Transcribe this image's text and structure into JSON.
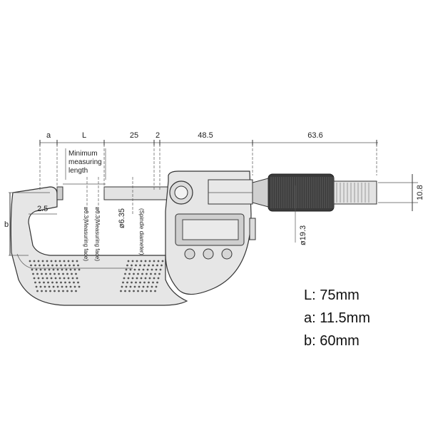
{
  "dimensions": {
    "a": "a",
    "L": "L",
    "d25": "25",
    "d2": "2",
    "d48_5": "48.5",
    "d63_6": "63.6",
    "d10_8": "10.8",
    "d2_5": "2.5",
    "b": "b",
    "d19_3": "ø19.3",
    "d6_35": "ø6.35"
  },
  "labels": {
    "min_line1": "Minimum",
    "min_line2": "measuring",
    "min_line3": "length",
    "measuring_face_1": "ø6.3(Measuring face)",
    "measuring_face_2": "ø6.3(Measuring face)",
    "spindle_diameter": "(Spindle diameter)"
  },
  "specs": [
    {
      "label": "L: 75mm"
    },
    {
      "label": "a: 11.5mm"
    },
    {
      "label": "b: 60mm"
    }
  ]
}
